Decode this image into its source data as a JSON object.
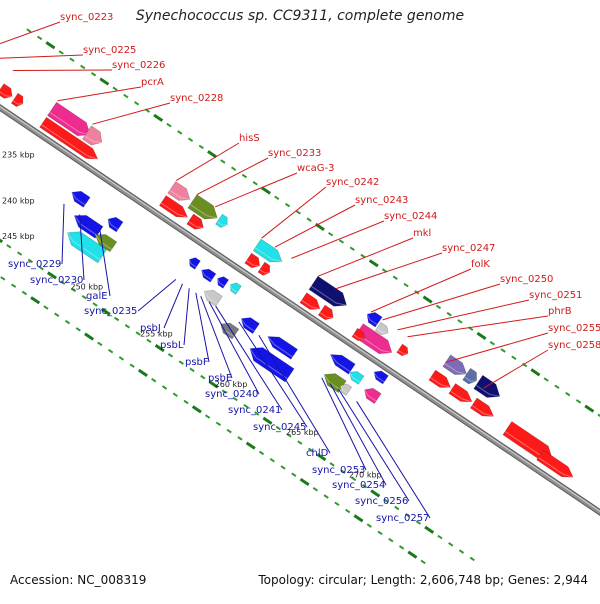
{
  "title": "Synechococcus sp. CC9311, complete genome",
  "footer": {
    "accession": "Accession: NC_008319",
    "summary": "Topology: circular; Length: 2,606,748 bp; Genes: 2,944"
  },
  "colors": {
    "backbone": "#8f8f8f",
    "tick_major": "#1a7a1a",
    "tick_minor": "#2e9b2e",
    "forward_label": "#d11b1b",
    "reverse_label": "#1515a8",
    "red": "#ff1a1a",
    "dark_red": "#c20000",
    "pink": "#f080a0",
    "magenta": "#ee2b8f",
    "olive": "#6b8e23",
    "cyan": "#20e0e8",
    "blue": "#1414e6",
    "navy": "#101070",
    "gray": "#7a7a7a",
    "silver": "#c8c8c8",
    "slate": "#5a6fa8",
    "purple": "#7e6bb8"
  },
  "scale_labels": [
    "235 kbp",
    "240 kbp",
    "245 kbp",
    "250 kbp",
    "255 kbp",
    "260 kbp",
    "265 kbp",
    "270 kbp"
  ],
  "forward_genes": [
    "sync_0223",
    "sync_0225",
    "sync_0226",
    "pcrA",
    "sync_0228",
    "hisS",
    "sync_0233",
    "wcaG-3",
    "sync_0242",
    "sync_0243",
    "sync_0244",
    "mkl",
    "sync_0247",
    "folK",
    "sync_0250",
    "sync_0251",
    "phrB",
    "sync_0255",
    "sync_0258"
  ],
  "reverse_genes": [
    "sync_0229",
    "sync_0230",
    "galE",
    "sync_0235",
    "psbJ",
    "psbL",
    "psbF",
    "psbE",
    "sync_0240",
    "sync_0241",
    "sync_0245",
    "chlD",
    "sync_0253",
    "sync_0254",
    "sync_0256",
    "sync_0257"
  ]
}
